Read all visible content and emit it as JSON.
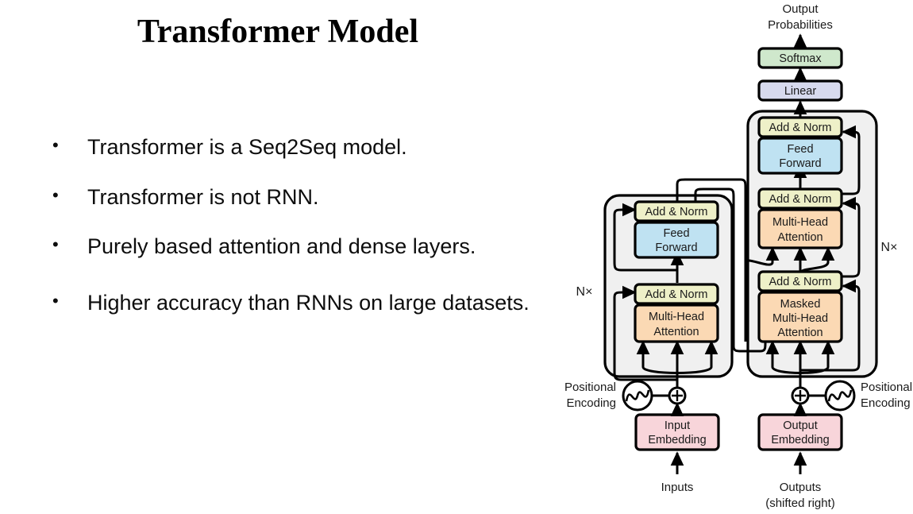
{
  "slide": {
    "title": "Transformer Model",
    "bullets": [
      {
        "text": "Transformer is a Seq2Seq model.",
        "gap_before": false
      },
      {
        "text": "Transformer is not RNN.",
        "gap_before": false
      },
      {
        "text": "Purely based attention and dense layers.",
        "gap_before": false
      },
      {
        "text": "Higher accuracy than RNNs on large datasets.",
        "gap_before": true
      }
    ],
    "bullet_marker": "•"
  },
  "diagram": {
    "name": "transformer-architecture",
    "labels": {
      "output_probabilities_line1": "Output",
      "output_probabilities_line2": "Probabilities",
      "softmax": "Softmax",
      "linear": "Linear",
      "add_norm": "Add & Norm",
      "feed_forward_line1": "Feed",
      "feed_forward_line2": "Forward",
      "multi_head_line1": "Multi-Head",
      "multi_head_line2": "Attention",
      "masked_line1": "Masked",
      "masked_line2": "Multi-Head",
      "masked_line3": "Attention",
      "input_embedding_line1": "Input",
      "input_embedding_line2": "Embedding",
      "output_embedding_line1": "Output",
      "output_embedding_line2": "Embedding",
      "positional_encoding_line1": "Positional",
      "positional_encoding_line2": "Encoding",
      "inputs": "Inputs",
      "outputs_line1": "Outputs",
      "outputs_line2": "(shifted right)",
      "encoder_repeat": "N×",
      "decoder_repeat": "N×"
    },
    "colors": {
      "add_norm": "#eef0c8",
      "feed_forward": "#bfe2f2",
      "attention": "#fbd9b4",
      "embedding": "#f8d5da",
      "softmax": "#cfe8cc",
      "linear": "#d7daee",
      "panel": "#f0f0f0",
      "stroke": "#000000",
      "text": "#1a1a1a"
    }
  }
}
